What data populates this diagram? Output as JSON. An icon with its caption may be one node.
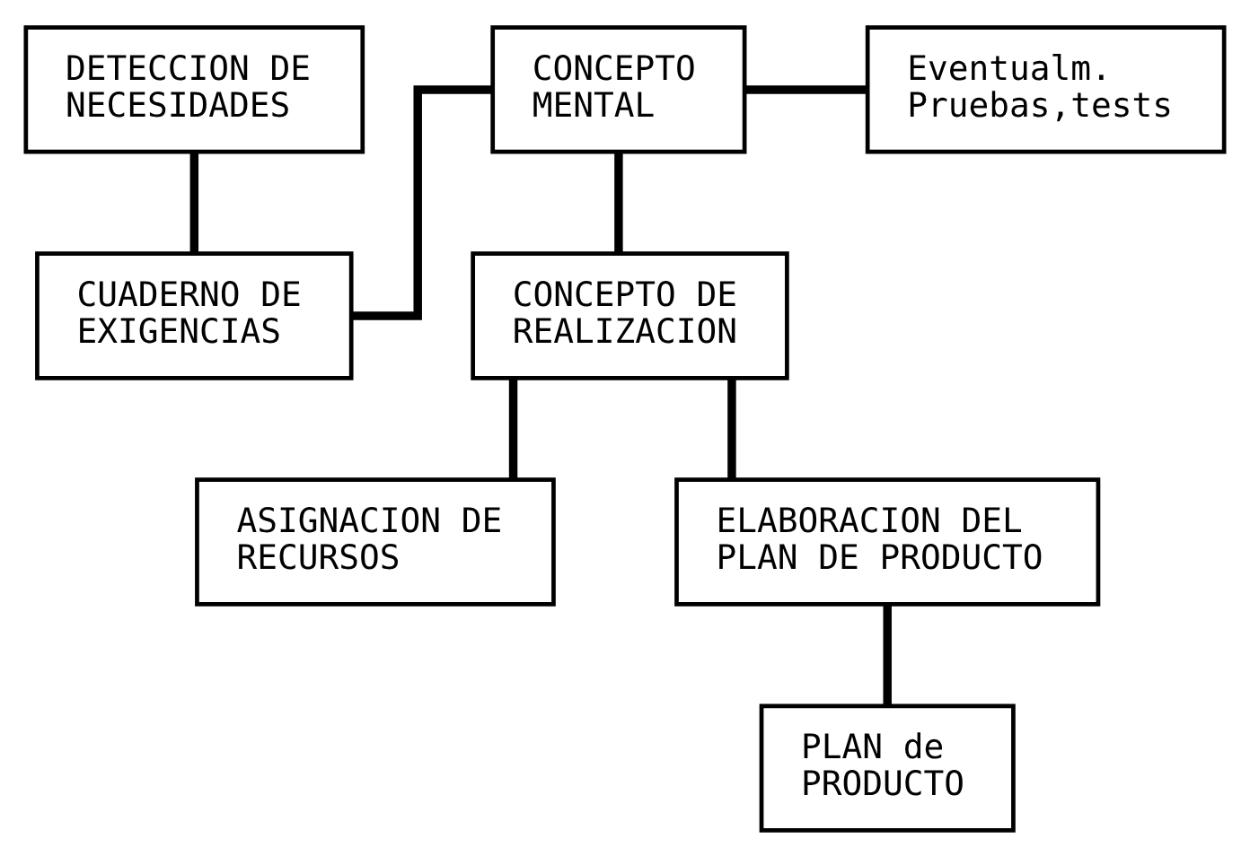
{
  "diagram": {
    "nodes": [
      {
        "text": [
          "DETECCION DE NECESIDADES"
        ]
      },
      {
        "text": [
          "CONCEPTO MENTAL"
        ]
      },
      {
        "text": [
          "Eventualm. Pruebas,tests"
        ]
      },
      {
        "text": [
          "CUADERNO DE EXIGENCIAS"
        ]
      },
      {
        "text": [
          "CONCEPTO DE REALIZACION"
        ]
      },
      {
        "text": [
          "ASIGNACION DE RECURSOS"
        ]
      },
      {
        "text": [
          "ELABORACION DEL PLAN DE PRODUCTO"
        ]
      },
      {
        "text": [
          "PLAN de PRODUCTO"
        ]
      }
    ],
    "edges": [
      {
        "from": 0,
        "to": 3,
        "arrow": "none"
      },
      {
        "from": 3,
        "to": 1,
        "arrow": "none"
      },
      {
        "from": 1,
        "to": 2,
        "arrow": "none"
      },
      {
        "from": 1,
        "to": 4,
        "arrow": "none"
      },
      {
        "from": 4,
        "to": 5,
        "arrow": "none"
      },
      {
        "from": 4,
        "to": 6,
        "arrow": "none"
      },
      {
        "from": 6,
        "to": 7,
        "arrow": "none"
      }
    ]
  }
}
